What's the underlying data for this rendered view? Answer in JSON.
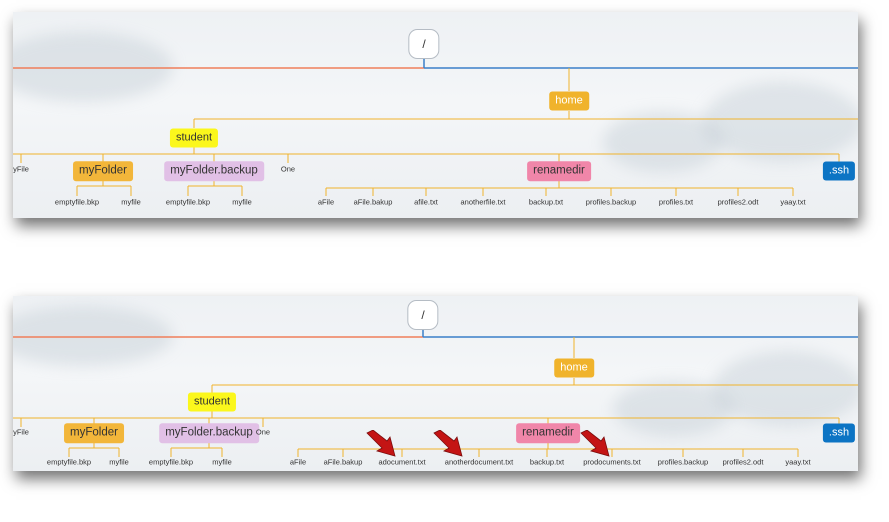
{
  "colors": {
    "wire": "#f0b32c",
    "root_left_line": "#f07e5a",
    "root_right_line": "#3b7fc9",
    "home_bg": "#f0b32c",
    "student_bg": "#fbf71c",
    "myfolder_bg": "#f2b63a",
    "myfolder_backup_bg": "#e1c0e6",
    "renamedir_bg": "#f086a9",
    "ssh_bg": "#0c74c4",
    "arrow": "#c41414"
  },
  "top": {
    "root": "/",
    "home": "home",
    "student": "student",
    "cut_left": "yFile",
    "myfolder": "myFolder",
    "myfolder_files": [
      "emptyfile.bkp",
      "myfile"
    ],
    "myfolder_backup": "myFolder.backup",
    "myfolder_backup_files": [
      "emptyfile.bkp",
      "myfile"
    ],
    "one": "One",
    "renamedir": "renamedir",
    "renamedir_files": [
      "aFile",
      "aFile.bakup",
      "afile.txt",
      "anotherfile.txt",
      "backup.txt",
      "profiles.backup",
      "profiles.txt",
      "profiles2.odt",
      "yaay.txt"
    ],
    "ssh": ".ssh"
  },
  "bottom": {
    "root": "/",
    "home": "home",
    "student": "student",
    "cut_left": "yFile",
    "myfolder": "myFolder",
    "myfolder_files": [
      "emptyfile.bkp",
      "myfile"
    ],
    "myfolder_backup": "myFolder.backup",
    "myfolder_backup_files": [
      "emptyfile.bkp",
      "myfile"
    ],
    "one": "One",
    "renamedir": "renamedir",
    "renamedir_files": [
      "aFile",
      "aFile.bakup",
      "adocument.txt",
      "anotherdocument.txt",
      "backup.txt",
      "prodocuments.txt",
      "profiles.backup",
      "profiles2.odt",
      "yaay.txt"
    ],
    "ssh": ".ssh",
    "highlight_arrows": [
      "adocument-arrow",
      "anotherdocument-arrow",
      "prodocuments-arrow"
    ]
  }
}
